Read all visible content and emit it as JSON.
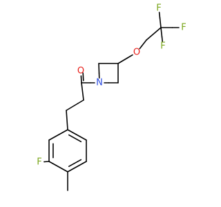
{
  "colors": {
    "carbon_bond": "#000000",
    "oxygen": "#ff0d0d",
    "nitrogen": "#3050f8",
    "fluorine": "#90b82e",
    "label_fluorine": "#7aa61b",
    "label_oxygen": "#e8201b",
    "label_nitrogen": "#2b4be0"
  },
  "atoms": {
    "f_top": "F",
    "f_right": "F",
    "f_left": "F",
    "ether_o": "O",
    "carbonyl_o": "O",
    "azetidine_n": "N",
    "aryl_f": "F"
  }
}
